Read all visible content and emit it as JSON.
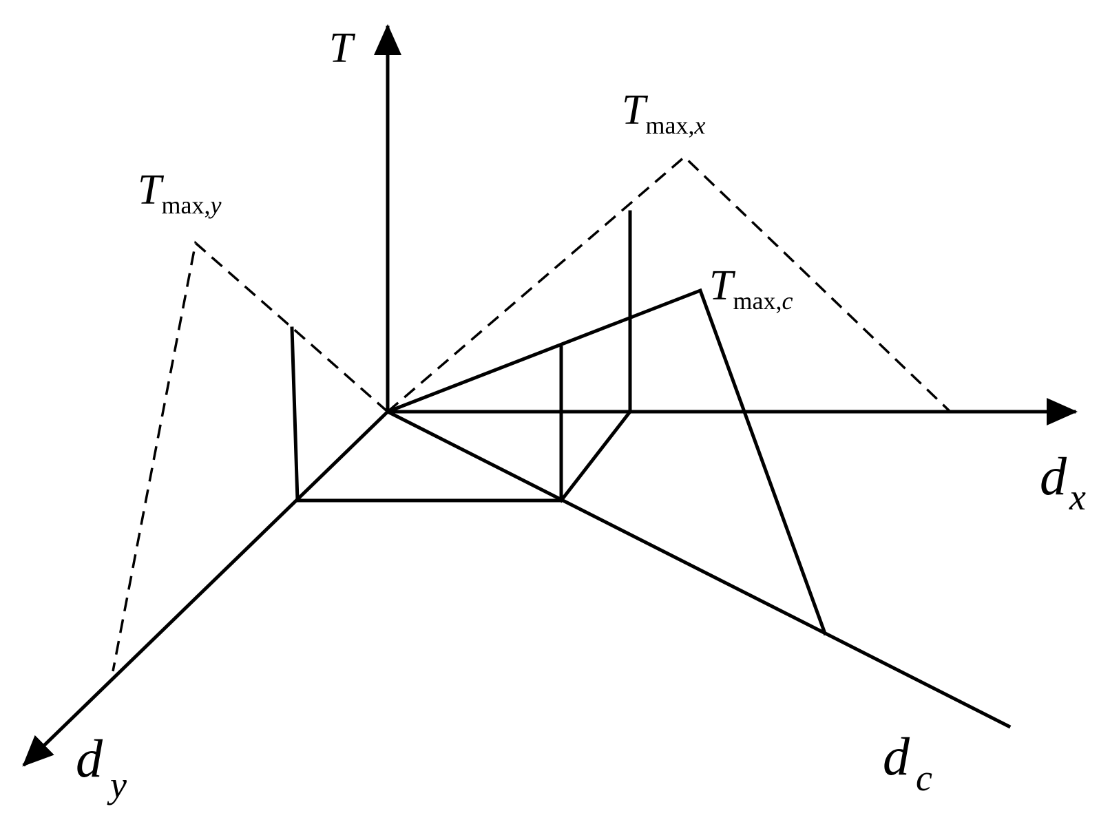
{
  "axes": {
    "t": {
      "symbol": "T"
    },
    "dx": {
      "symbol": "d",
      "subscript": "x"
    },
    "dy": {
      "symbol": "d",
      "subscript": "y"
    },
    "dc": {
      "symbol": "d",
      "subscript": "c"
    }
  },
  "peaks": {
    "tmax_x": {
      "symbol": "T",
      "subscript_main": "max",
      "subscript_sep": ",",
      "subscript_var": "x"
    },
    "tmax_y": {
      "symbol": "T",
      "subscript_main": "max",
      "subscript_sep": ",",
      "subscript_var": "y"
    },
    "tmax_c": {
      "symbol": "T",
      "subscript_main": "max",
      "subscript_sep": ",",
      "subscript_var": "c"
    }
  },
  "colors": {
    "stroke": "#000000",
    "background": "#ffffff"
  }
}
